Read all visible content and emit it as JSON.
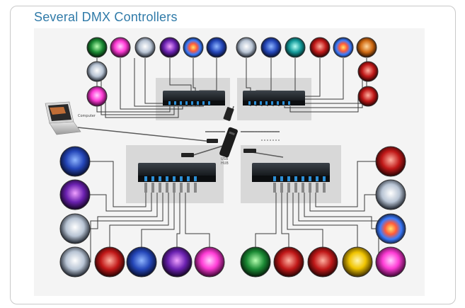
{
  "title": "Several DMX Controllers",
  "labels": {
    "computer": "Computer",
    "usb_hub": "USB\nHUB"
  },
  "colors": {
    "title": "#2f7aa8",
    "controller_body": "#1f2327",
    "panel": "#dcdcdc",
    "cable": "#3a3a3a"
  },
  "icons": {
    "laptop": "laptop-icon",
    "usb_hub": "usb-hub-icon",
    "controller": "dmx-controller-icon",
    "effect": "led-effect-thumbnail"
  }
}
